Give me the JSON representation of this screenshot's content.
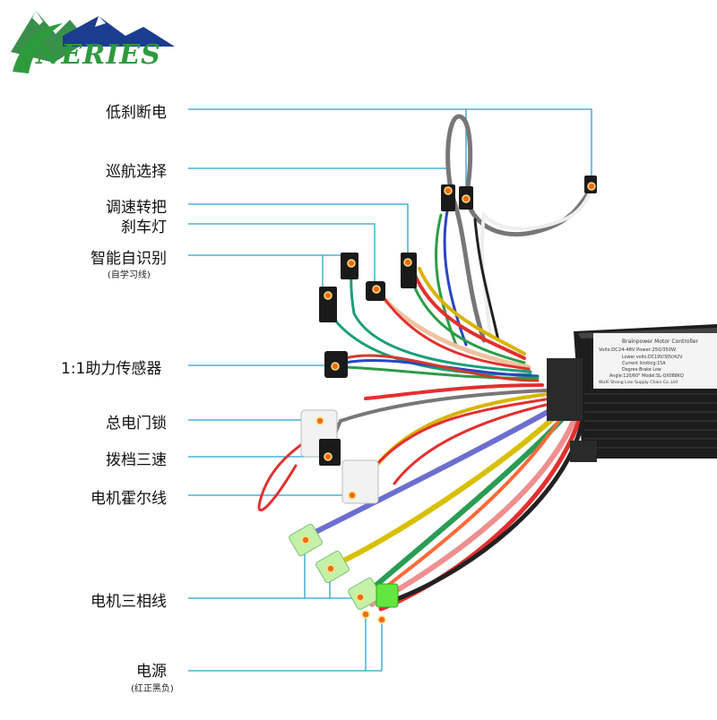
{
  "brand": {
    "logo_text": "NERIES"
  },
  "labels": {
    "low_brake": "低刹断电",
    "cruise": "巡航选择",
    "throttle": "调速转把",
    "brake_light": "刹车灯",
    "self_learn": "智能自识别",
    "self_learn_note": "(自学习线)",
    "pas_sensor": "1:1助力传感器",
    "power_lock": "总电门锁",
    "three_speed": "拨档三速",
    "hall": "电机霍尔线",
    "phase": "电机三相线",
    "power": "电源",
    "power_note": "(红正黑负)"
  },
  "controller_label": {
    "line1": "Brainpower Motor Controller",
    "line2": "Volts:DC24-48V  Power:250/350W",
    "line3": "Lower volts:DC19V/30V/42V",
    "line4": "Current limiting:15A",
    "line5": "Degree:Brake Low",
    "line6": "Angle:120/60°  Model:SL-QX088KQ",
    "line7": "WuXi Shang Lian Supply Chain Co.,Ltd"
  },
  "colors": {
    "callout": "#27a3c9",
    "dot": "#f26a1b",
    "brand_green": "#2e9a3e"
  }
}
